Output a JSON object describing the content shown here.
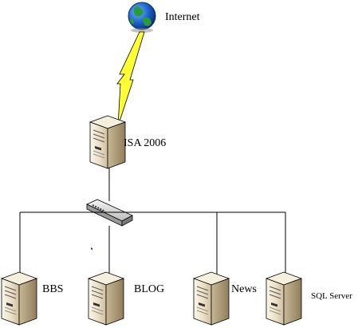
{
  "internet": {
    "label": "Internet"
  },
  "firewall": {
    "label": "ISA 2006"
  },
  "servers": [
    {
      "label": "BBS"
    },
    {
      "label": "BLOG"
    },
    {
      "label": "News"
    },
    {
      "label": "SQL Server"
    }
  ],
  "colors": {
    "lightning": "#ffff33",
    "server_body": "#e8dcc4",
    "server_shade": "#b8a788",
    "globe_ocean": "#1a5fc4",
    "globe_land": "#2a9a3a",
    "switch_body": "#dcdcdc",
    "line": "#000000"
  }
}
